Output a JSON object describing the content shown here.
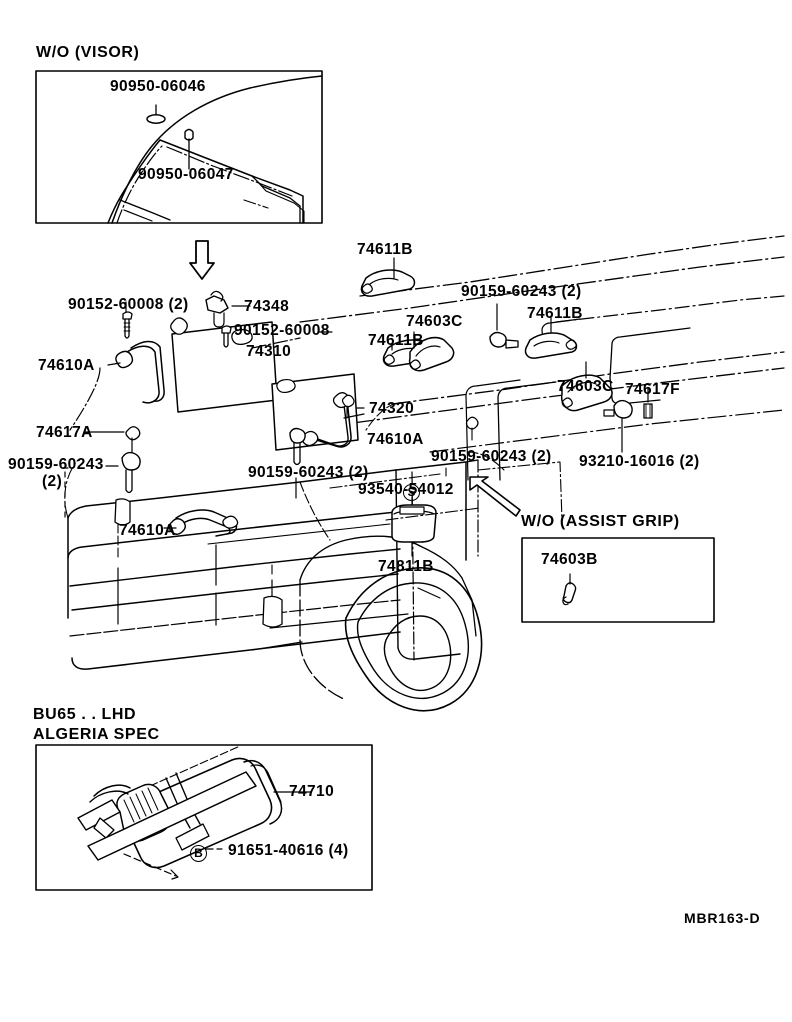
{
  "diagram": {
    "code": "MBR163-D",
    "sections": [
      {
        "id": "wo-visor",
        "title": "W/O (VISOR)"
      },
      {
        "id": "wo-assist-grip",
        "title": "W/O (ASSIST GRIP)"
      },
      {
        "id": "algeria-spec",
        "title_line1": "BU65 . . LHD",
        "title_line2": "ALGERIA SPEC"
      }
    ],
    "part_labels": {
      "visor_box": [
        {
          "id": "p-90950-06046",
          "text": "90950-06046"
        },
        {
          "id": "p-90950-06047",
          "text": "90950-06047"
        }
      ],
      "main": [
        {
          "id": "p-90152-60008-2",
          "text": "90152-60008 (2)"
        },
        {
          "id": "p-74348",
          "text": "74348"
        },
        {
          "id": "p-90152-60008",
          "text": "90152-60008"
        },
        {
          "id": "p-74310",
          "text": "74310"
        },
        {
          "id": "p-74610A-1",
          "text": "74610A"
        },
        {
          "id": "p-74617A",
          "text": "74617A"
        },
        {
          "id": "p-90159-60243-2-left",
          "text": "90159-60243"
        },
        {
          "id": "p-90159-60243-2-left-qty",
          "text": "(2)"
        },
        {
          "id": "p-74610A-2",
          "text": "74610A"
        },
        {
          "id": "p-74320",
          "text": "74320"
        },
        {
          "id": "p-74610A-3",
          "text": "74610A"
        },
        {
          "id": "p-90159-60243-2-mid",
          "text": "90159-60243 (2)"
        },
        {
          "id": "p-93540-54012",
          "text": "93540-54012"
        },
        {
          "id": "p-74811B",
          "text": "74811B"
        },
        {
          "id": "p-74611B-1",
          "text": "74611B"
        },
        {
          "id": "p-74611B-2",
          "text": "74611B"
        },
        {
          "id": "p-74603C-1",
          "text": "74603C"
        },
        {
          "id": "p-90159-60243-2-top",
          "text": "90159-60243 (2)"
        },
        {
          "id": "p-74611B-3",
          "text": "74611B"
        },
        {
          "id": "p-74603C-2",
          "text": "74603C"
        },
        {
          "id": "p-74617F",
          "text": "74617F"
        },
        {
          "id": "p-90159-60243-2-right",
          "text": "90159-60243 (2)"
        },
        {
          "id": "p-93210-16016-2",
          "text": "93210-16016 (2)"
        }
      ],
      "assist_grip_box": [
        {
          "id": "p-74603B",
          "text": "74603B"
        }
      ],
      "algeria_box": [
        {
          "id": "p-74710",
          "text": "74710"
        },
        {
          "id": "p-91651-40616-4",
          "text": "91651-40616 (4)"
        }
      ]
    },
    "markers": [
      {
        "id": "marker-s",
        "text": "S"
      },
      {
        "id": "marker-b",
        "text": "B"
      }
    ],
    "colors": {
      "line": "#000000",
      "background": "#ffffff"
    }
  }
}
